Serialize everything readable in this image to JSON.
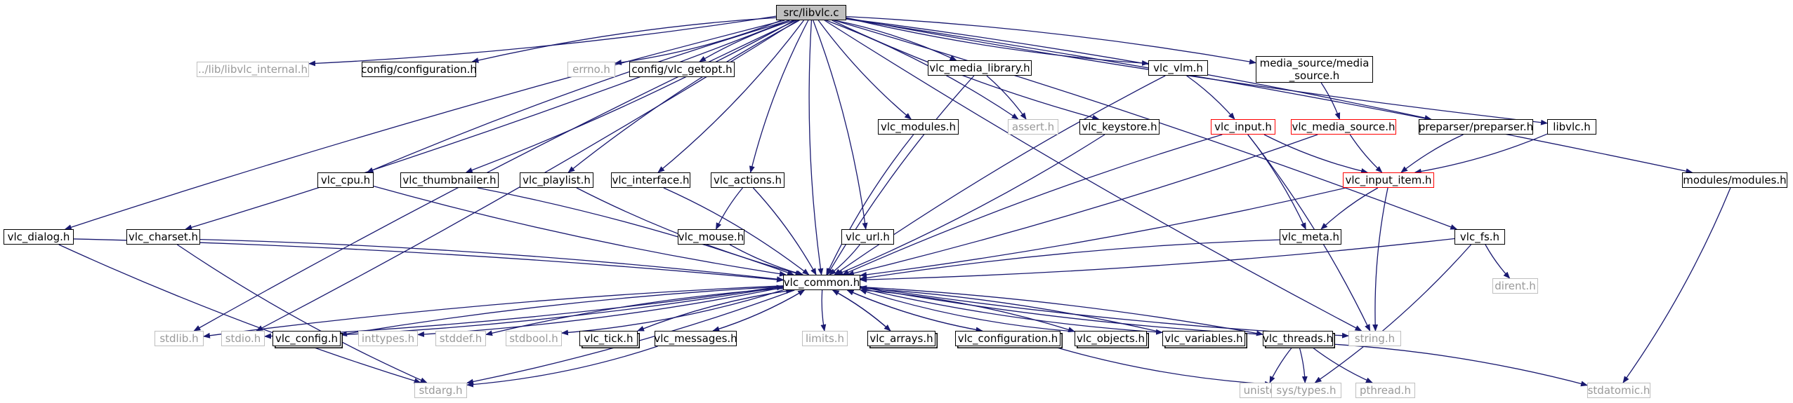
{
  "graph": {
    "nodes": [
      {
        "id": "libvlc_c",
        "label": "src/libvlc.c",
        "style": "root"
      },
      {
        "id": "libvlc_internal",
        "label": "../lib/libvlc_internal.h",
        "style": "gray"
      },
      {
        "id": "config_configuration",
        "label": "config/configuration.h",
        "style": "normal"
      },
      {
        "id": "errno",
        "label": "errno.h",
        "style": "gray"
      },
      {
        "id": "config_getopt",
        "label": "config/vlc_getopt.h",
        "style": "normal"
      },
      {
        "id": "vlc_media_library",
        "label": "vlc_media_library.h",
        "style": "normal"
      },
      {
        "id": "vlc_vlm",
        "label": "vlc_vlm.h",
        "style": "normal"
      },
      {
        "id": "media_source",
        "label": "media_source/media\n_source.h",
        "style": "normal"
      },
      {
        "id": "vlc_modules",
        "label": "vlc_modules.h",
        "style": "normal"
      },
      {
        "id": "assert",
        "label": "assert.h",
        "style": "gray"
      },
      {
        "id": "vlc_keystore",
        "label": "vlc_keystore.h",
        "style": "normal"
      },
      {
        "id": "vlc_input",
        "label": "vlc_input.h",
        "style": "red"
      },
      {
        "id": "vlc_media_source",
        "label": "vlc_media_source.h",
        "style": "red"
      },
      {
        "id": "preparser",
        "label": "preparser/preparser.h",
        "style": "normal"
      },
      {
        "id": "libvlc_h",
        "label": "libvlc.h",
        "style": "normal"
      },
      {
        "id": "modules_modules",
        "label": "modules/modules.h",
        "style": "normal"
      },
      {
        "id": "vlc_cpu",
        "label": "vlc_cpu.h",
        "style": "normal"
      },
      {
        "id": "vlc_thumbnailer",
        "label": "vlc_thumbnailer.h",
        "style": "normal"
      },
      {
        "id": "vlc_playlist",
        "label": "vlc_playlist.h",
        "style": "normal"
      },
      {
        "id": "vlc_interface",
        "label": "vlc_interface.h",
        "style": "normal"
      },
      {
        "id": "vlc_actions",
        "label": "vlc_actions.h",
        "style": "normal"
      },
      {
        "id": "vlc_input_item",
        "label": "vlc_input_item.h",
        "style": "red"
      },
      {
        "id": "vlc_dialog",
        "label": "vlc_dialog.h",
        "style": "normal"
      },
      {
        "id": "vlc_charset",
        "label": "vlc_charset.h",
        "style": "normal"
      },
      {
        "id": "vlc_mouse",
        "label": "vlc_mouse.h",
        "style": "normal"
      },
      {
        "id": "vlc_url",
        "label": "vlc_url.h",
        "style": "normal"
      },
      {
        "id": "vlc_meta",
        "label": "vlc_meta.h",
        "style": "normal"
      },
      {
        "id": "vlc_fs",
        "label": "vlc_fs.h",
        "style": "normal"
      },
      {
        "id": "dirent",
        "label": "dirent.h",
        "style": "gray"
      },
      {
        "id": "vlc_common",
        "label": "vlc_common.h",
        "style": "normal"
      },
      {
        "id": "stdlib",
        "label": "stdlib.h",
        "style": "gray"
      },
      {
        "id": "stdio",
        "label": "stdio.h",
        "style": "gray"
      },
      {
        "id": "vlc_config",
        "label": "vlc_config.h",
        "style": "double"
      },
      {
        "id": "inttypes",
        "label": "inttypes.h",
        "style": "gray"
      },
      {
        "id": "stddef",
        "label": "stddef.h",
        "style": "gray"
      },
      {
        "id": "stdbool",
        "label": "stdbool.h",
        "style": "gray"
      },
      {
        "id": "vlc_tick",
        "label": "vlc_tick.h",
        "style": "double"
      },
      {
        "id": "vlc_messages",
        "label": "vlc_messages.h",
        "style": "normal"
      },
      {
        "id": "limits",
        "label": "limits.h",
        "style": "gray"
      },
      {
        "id": "vlc_arrays",
        "label": "vlc_arrays.h",
        "style": "double"
      },
      {
        "id": "vlc_configuration",
        "label": "vlc_configuration.h",
        "style": "double"
      },
      {
        "id": "vlc_objects",
        "label": "vlc_objects.h",
        "style": "double"
      },
      {
        "id": "vlc_variables",
        "label": "vlc_variables.h",
        "style": "double"
      },
      {
        "id": "vlc_threads",
        "label": "vlc_threads.h",
        "style": "double"
      },
      {
        "id": "string",
        "label": "string.h",
        "style": "gray"
      },
      {
        "id": "stdarg",
        "label": "stdarg.h",
        "style": "gray"
      },
      {
        "id": "unistd",
        "label": "unistd.h",
        "style": "gray"
      },
      {
        "id": "sys_types",
        "label": "sys/types.h",
        "style": "gray"
      },
      {
        "id": "pthread",
        "label": "pthread.h",
        "style": "gray"
      },
      {
        "id": "stdatomic",
        "label": "stdatomic.h",
        "style": "gray"
      }
    ],
    "edges": [
      [
        "libvlc_c",
        "libvlc_internal"
      ],
      [
        "libvlc_c",
        "config_configuration"
      ],
      [
        "libvlc_c",
        "errno"
      ],
      [
        "libvlc_c",
        "config_getopt"
      ],
      [
        "libvlc_c",
        "vlc_media_library"
      ],
      [
        "libvlc_c",
        "vlc_vlm"
      ],
      [
        "libvlc_c",
        "media_source"
      ],
      [
        "libvlc_c",
        "vlc_modules"
      ],
      [
        "libvlc_c",
        "assert"
      ],
      [
        "libvlc_c",
        "vlc_keystore"
      ],
      [
        "libvlc_c",
        "preparser"
      ],
      [
        "libvlc_c",
        "libvlc_h"
      ],
      [
        "libvlc_c",
        "modules_modules"
      ],
      [
        "libvlc_c",
        "vlc_cpu"
      ],
      [
        "libvlc_c",
        "vlc_thumbnailer"
      ],
      [
        "libvlc_c",
        "vlc_playlist"
      ],
      [
        "libvlc_c",
        "vlc_interface"
      ],
      [
        "libvlc_c",
        "vlc_actions"
      ],
      [
        "libvlc_c",
        "vlc_url"
      ],
      [
        "libvlc_c",
        "vlc_dialog"
      ],
      [
        "libvlc_c",
        "vlc_charset"
      ],
      [
        "libvlc_c",
        "stdlib"
      ],
      [
        "libvlc_c",
        "stdio"
      ],
      [
        "libvlc_c",
        "vlc_common"
      ],
      [
        "libvlc_c",
        "vlc_fs"
      ],
      [
        "libvlc_c",
        "string"
      ],
      [
        "vlc_media_library",
        "assert"
      ],
      [
        "vlc_media_library",
        "vlc_common"
      ],
      [
        "vlc_vlm",
        "vlc_input"
      ],
      [
        "vlc_vlm",
        "vlc_common"
      ],
      [
        "media_source",
        "vlc_media_source"
      ],
      [
        "vlc_modules",
        "vlc_common"
      ],
      [
        "vlc_keystore",
        "vlc_common"
      ],
      [
        "vlc_input",
        "vlc_input_item"
      ],
      [
        "vlc_input",
        "vlc_meta"
      ],
      [
        "vlc_input",
        "vlc_common"
      ],
      [
        "vlc_input",
        "string"
      ],
      [
        "vlc_media_source",
        "vlc_input_item"
      ],
      [
        "vlc_media_source",
        "vlc_common"
      ],
      [
        "preparser",
        "vlc_input_item"
      ],
      [
        "libvlc_h",
        "vlc_input_item"
      ],
      [
        "vlc_input_item",
        "vlc_meta"
      ],
      [
        "vlc_input_item",
        "vlc_common"
      ],
      [
        "vlc_input_item",
        "string"
      ],
      [
        "modules_modules",
        "stdatomic"
      ],
      [
        "vlc_cpu",
        "vlc_common"
      ],
      [
        "vlc_thumbnailer",
        "vlc_common"
      ],
      [
        "vlc_playlist",
        "vlc_common"
      ],
      [
        "vlc_interface",
        "vlc_common"
      ],
      [
        "vlc_actions",
        "vlc_mouse"
      ],
      [
        "vlc_actions",
        "vlc_common"
      ],
      [
        "vlc_mouse",
        "vlc_common"
      ],
      [
        "vlc_url",
        "vlc_common"
      ],
      [
        "vlc_meta",
        "vlc_common"
      ],
      [
        "vlc_dialog",
        "vlc_common"
      ],
      [
        "vlc_dialog",
        "stdarg"
      ],
      [
        "vlc_charset",
        "vlc_common"
      ],
      [
        "vlc_charset",
        "stdarg"
      ],
      [
        "vlc_fs",
        "vlc_common"
      ],
      [
        "vlc_fs",
        "dirent"
      ],
      [
        "vlc_fs",
        "sys_types"
      ],
      [
        "vlc_common",
        "stdlib"
      ],
      [
        "vlc_common",
        "stdio"
      ],
      [
        "vlc_common",
        "vlc_config"
      ],
      [
        "vlc_common",
        "inttypes"
      ],
      [
        "vlc_common",
        "stddef"
      ],
      [
        "vlc_common",
        "stdbool"
      ],
      [
        "vlc_common",
        "vlc_tick"
      ],
      [
        "vlc_common",
        "vlc_messages"
      ],
      [
        "vlc_common",
        "limits"
      ],
      [
        "vlc_common",
        "vlc_arrays"
      ],
      [
        "vlc_common",
        "vlc_configuration"
      ],
      [
        "vlc_common",
        "vlc_objects"
      ],
      [
        "vlc_common",
        "vlc_variables"
      ],
      [
        "vlc_common",
        "vlc_threads"
      ],
      [
        "vlc_common",
        "string"
      ],
      [
        "vlc_common",
        "stdarg"
      ],
      [
        "vlc_config",
        "vlc_common"
      ],
      [
        "vlc_tick",
        "vlc_common"
      ],
      [
        "vlc_messages",
        "vlc_common"
      ],
      [
        "vlc_messages",
        "stdarg"
      ],
      [
        "vlc_arrays",
        "vlc_common"
      ],
      [
        "vlc_configuration",
        "vlc_common"
      ],
      [
        "vlc_configuration",
        "sys_types"
      ],
      [
        "vlc_objects",
        "vlc_common"
      ],
      [
        "vlc_variables",
        "vlc_common"
      ],
      [
        "vlc_threads",
        "vlc_common"
      ],
      [
        "vlc_threads",
        "unistd"
      ],
      [
        "vlc_threads",
        "sys_types"
      ],
      [
        "vlc_threads",
        "pthread"
      ],
      [
        "vlc_threads",
        "stdatomic"
      ]
    ]
  },
  "colors": {
    "edge": "#191970",
    "normal_border": "#000000",
    "gray_border": "#bfbfbf",
    "gray_text": "#999999",
    "red_border": "#ff0000",
    "root_fill": "#bfbfbf"
  }
}
